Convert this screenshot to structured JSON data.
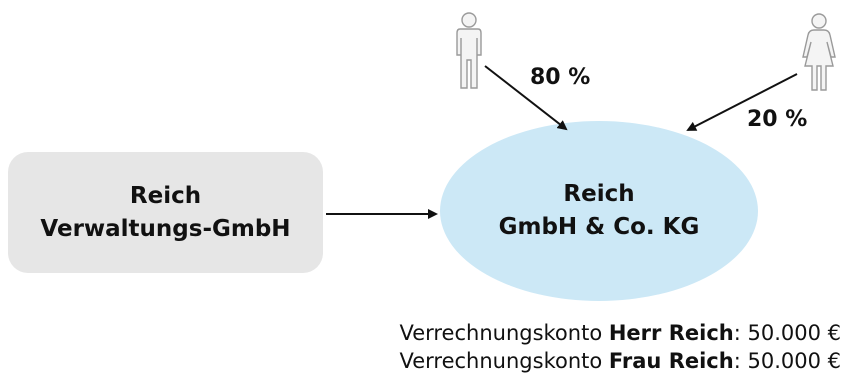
{
  "entities": {
    "gmbh": {
      "line1": "Reich",
      "line2": "Verwaltungs-GmbH"
    },
    "kg": {
      "line1": "Reich",
      "line2": "GmbH & Co. KG"
    }
  },
  "shareholders": {
    "man": {
      "icon": "man-icon",
      "share": "80 %"
    },
    "woman": {
      "icon": "woman-icon",
      "share": "20 %"
    }
  },
  "accounts": [
    {
      "prefix": "Verrechnungskonto ",
      "name": "Herr Reich",
      "suffix": ": 50.000 €"
    },
    {
      "prefix": "Verrechnungskonto ",
      "name": "Frau Reich",
      "suffix": ": 50.000 €"
    }
  ],
  "colors": {
    "box_fill": "#e6e6e6",
    "ellipse_fill": "#cce8f6",
    "arrow": "#111111",
    "person_icon": "#9a9a9a"
  }
}
